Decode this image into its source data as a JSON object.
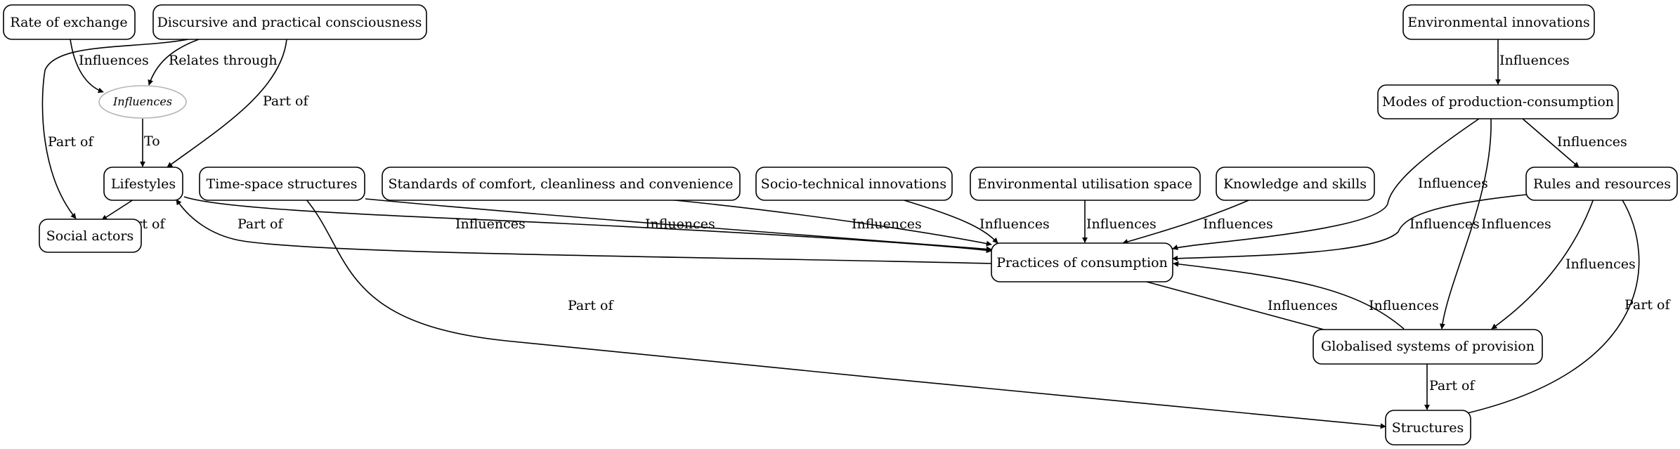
{
  "nodes": {
    "rate": "Rate of exchange",
    "discursive": "Discursive and practical consciousness",
    "env_innov": "Environmental innovations",
    "hub": "Influences",
    "modes": "Modes of production-consumption",
    "lifestyles": "Lifestyles",
    "timespace": "Time-space structures",
    "standards": "Standards of comfort, cleanliness and convenience",
    "sociotech": "Socio-technical innovations",
    "envutil": "Environmental utilisation space",
    "knowledge": "Knowledge and skills",
    "rules": "Rules and resources",
    "social": "Social actors",
    "practices": "Practices of consumption",
    "globalised": "Globalised systems of provision",
    "structures": "Structures"
  },
  "edges": [
    {
      "id": "rate-hub",
      "label": "Influences"
    },
    {
      "id": "disc-hub",
      "label": "Relates through"
    },
    {
      "id": "disc-life",
      "label": "Part of"
    },
    {
      "id": "disc-social",
      "label": "Part of"
    },
    {
      "id": "hub-life",
      "label": "To"
    },
    {
      "id": "life-social",
      "label": "Part of"
    },
    {
      "id": "practices-life",
      "label": "Part of"
    },
    {
      "id": "life-practices",
      "label": "Influences"
    },
    {
      "id": "timespace-practices",
      "label": "Influences"
    },
    {
      "id": "timespace-structures",
      "label": "Part of"
    },
    {
      "id": "standards-practices",
      "label": "Influences"
    },
    {
      "id": "sociotech-practices",
      "label": "Influences"
    },
    {
      "id": "envutil-practices",
      "label": "Influences"
    },
    {
      "id": "knowledge-practices",
      "label": "Influences"
    },
    {
      "id": "envinnov-modes",
      "label": "Influences"
    },
    {
      "id": "modes-rules",
      "label": "Influences"
    },
    {
      "id": "modes-practices",
      "label": "Influences"
    },
    {
      "id": "modes-globalised",
      "label": "Influences"
    },
    {
      "id": "rules-practices",
      "label": "Influences"
    },
    {
      "id": "rules-globalised",
      "label": "Influences"
    },
    {
      "id": "rules-structures",
      "label": "Part of"
    },
    {
      "id": "practices-globalised",
      "label": "Influences"
    },
    {
      "id": "globalised-practices",
      "label": "Influences"
    },
    {
      "id": "globalised-structures",
      "label": "Part of"
    }
  ]
}
